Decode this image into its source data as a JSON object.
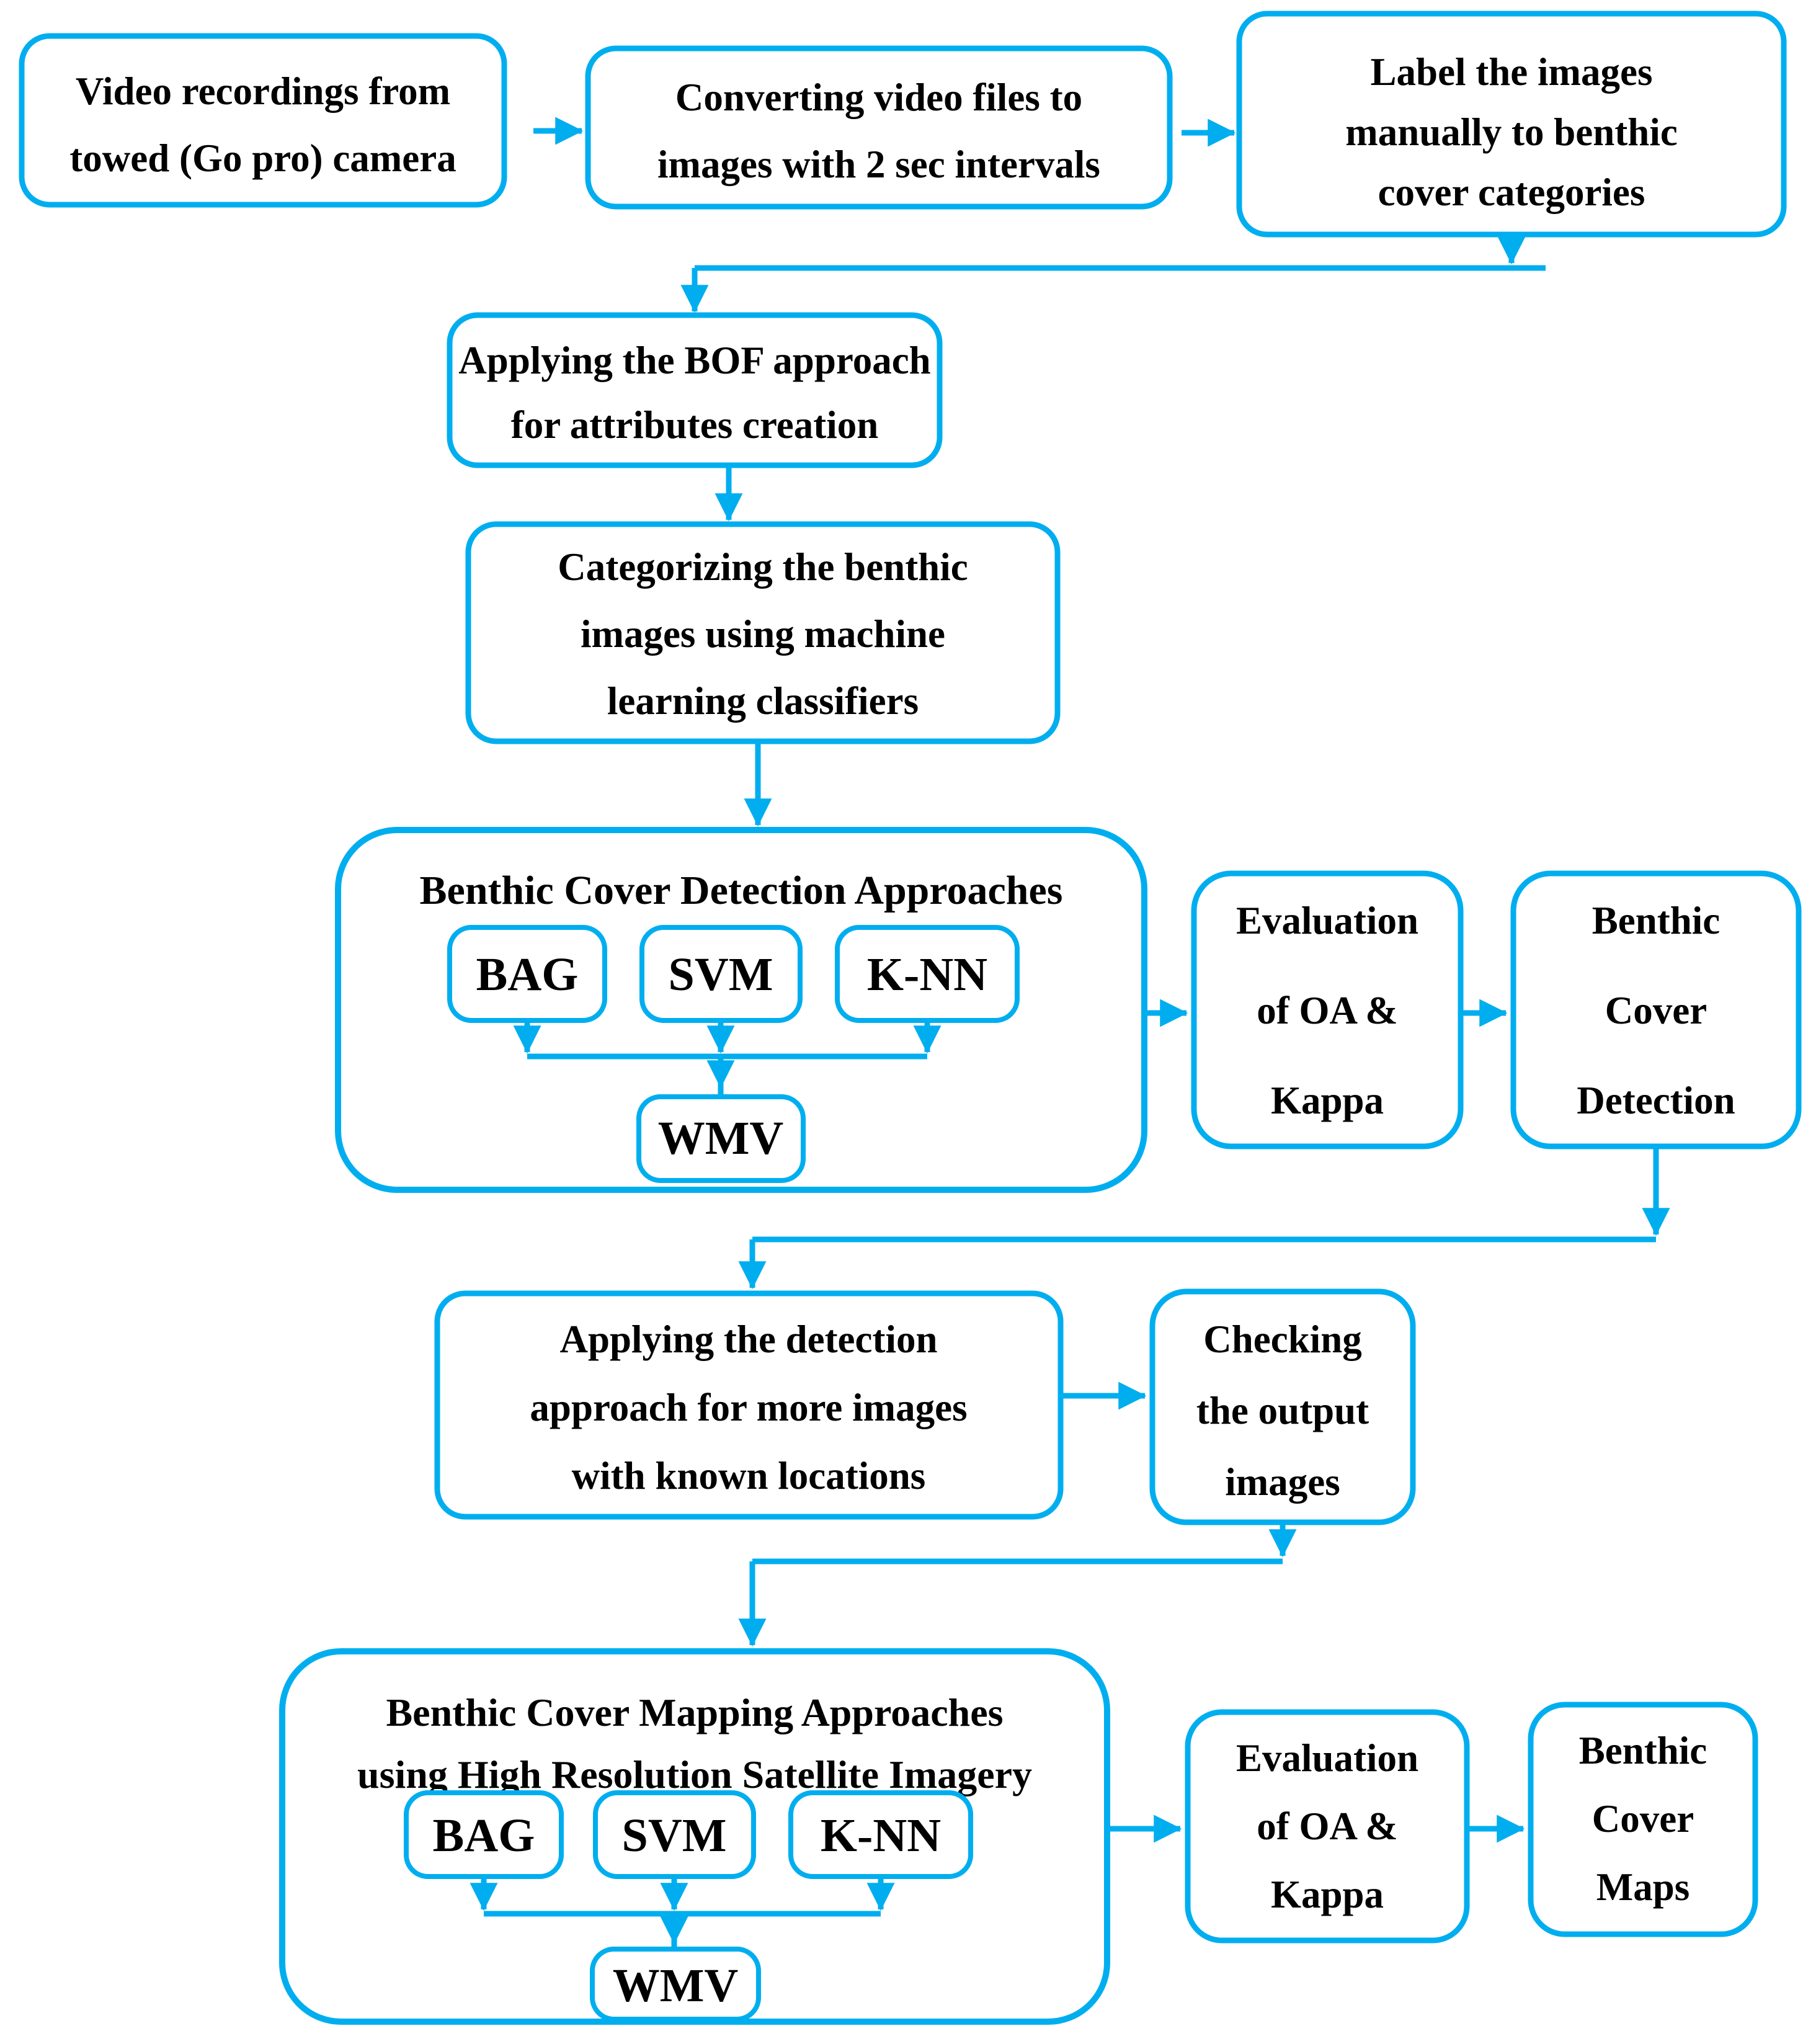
{
  "colors": {
    "accent": "#00AEEF",
    "text": "#000000",
    "background": "#FFFFFF"
  },
  "nodes": {
    "video": {
      "lines": [
        "Video recordings from",
        "towed (Go pro) camera"
      ]
    },
    "convert": {
      "lines": [
        "Converting video files to",
        "images with 2 sec intervals"
      ]
    },
    "label": {
      "lines": [
        "Label the images",
        "manually to benthic",
        "cover categories"
      ]
    },
    "bof": {
      "lines": [
        "Applying the BOF approach",
        "for attributes creation"
      ]
    },
    "categorize": {
      "lines": [
        "Categorizing the benthic",
        "images using machine",
        "learning classifiers"
      ]
    },
    "detection_group": {
      "title": "Benthic Cover Detection Approaches",
      "classifiers": [
        "BAG",
        "SVM",
        "K-NN"
      ],
      "fusion": "WMV"
    },
    "eval_detection": {
      "lines": [
        "Evaluation",
        "of OA &",
        "Kappa"
      ]
    },
    "benthic_cover_detection": {
      "lines": [
        "Benthic",
        "Cover",
        "Detection"
      ]
    },
    "applying_detection": {
      "lines": [
        "Applying the detection",
        "approach for more images",
        "with known locations"
      ]
    },
    "checking": {
      "lines": [
        "Checking",
        "the output",
        "images"
      ]
    },
    "mapping_group": {
      "title_lines": [
        "Benthic Cover Mapping Approaches",
        "using High Resolution Satellite Imagery"
      ],
      "classifiers": [
        "BAG",
        "SVM",
        "K-NN"
      ],
      "fusion": "WMV"
    },
    "eval_mapping": {
      "lines": [
        "Evaluation",
        "of OA &",
        "Kappa"
      ]
    },
    "maps": {
      "lines": [
        "Benthic",
        "Cover",
        "Maps"
      ]
    }
  }
}
